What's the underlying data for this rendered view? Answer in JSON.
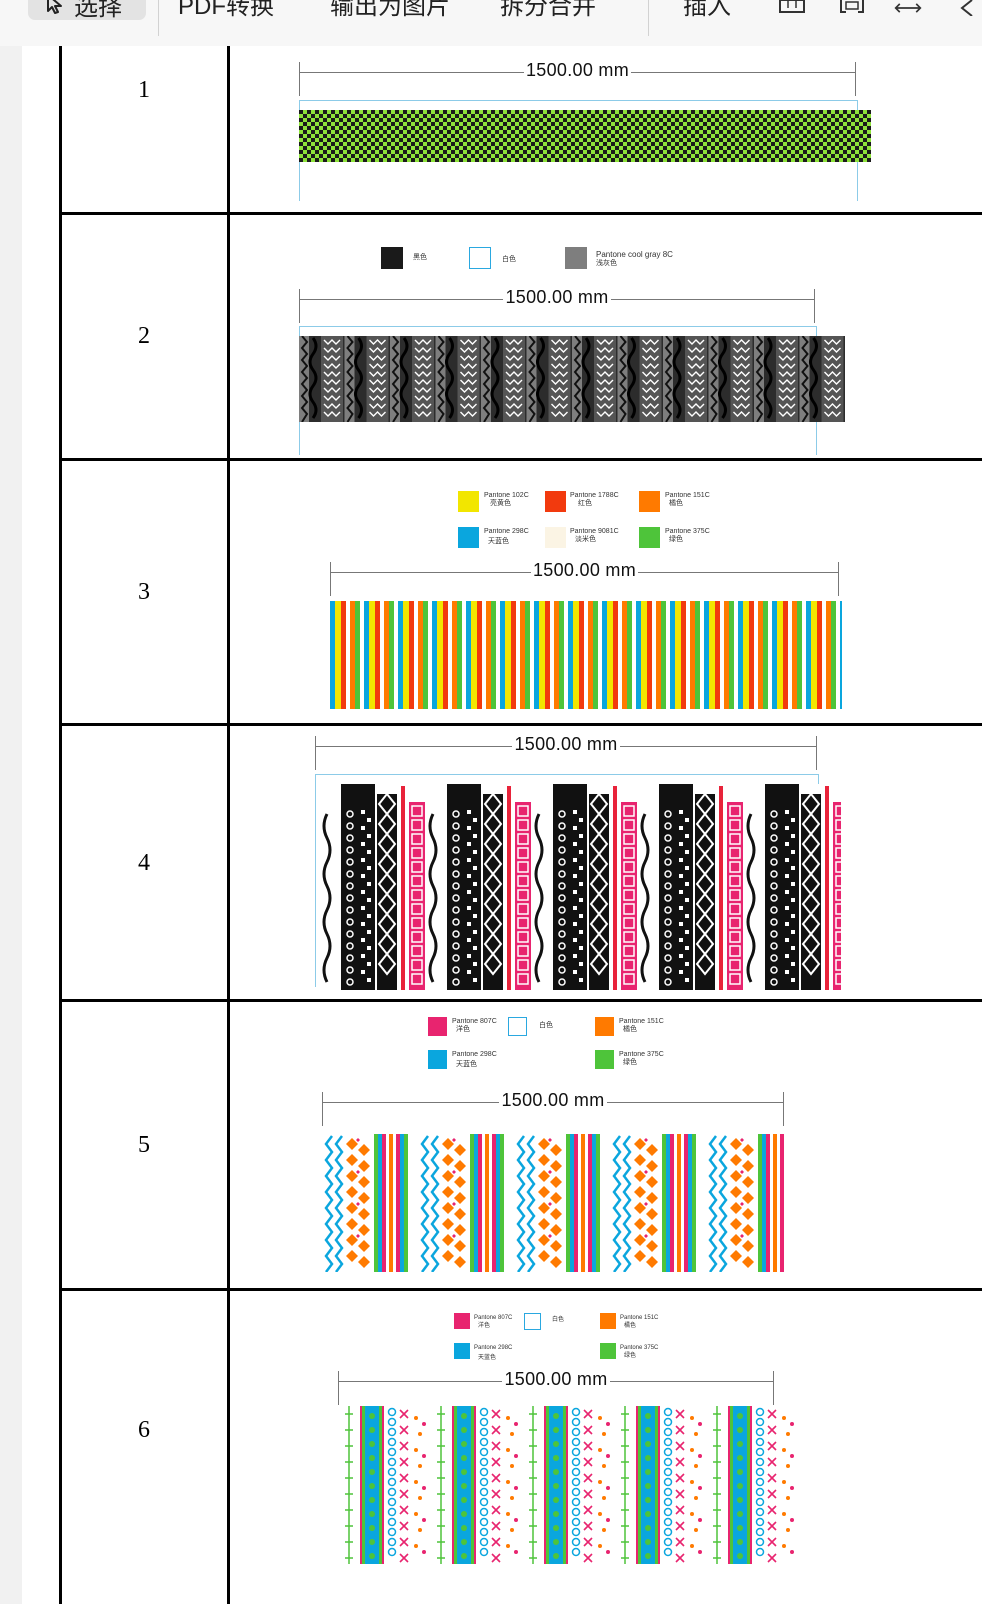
{
  "toolbar": {
    "select_label": "选择",
    "buttons": [
      "PDF转换",
      "输出为图片",
      "拆分合并",
      "插入"
    ]
  },
  "table": {
    "rows": [
      {
        "number": "1",
        "dimension": "1500.00 mm",
        "swatches": []
      },
      {
        "number": "2",
        "dimension": "1500.00 mm",
        "swatches": [
          {
            "line1": "黑色",
            "line2": "",
            "color": "#1a1a1a"
          },
          {
            "line1": "白色",
            "line2": "",
            "color": "#ffffff"
          },
          {
            "line1": "Pantone cool gray 8C",
            "line2": "浅灰色",
            "color": "#7e7e7e"
          }
        ]
      },
      {
        "number": "3",
        "dimension": "1500.00 mm",
        "swatches": [
          {
            "line1": "Pantone 102C",
            "line2": "亮黄色",
            "color": "#f2e600"
          },
          {
            "line1": "Pantone 1788C",
            "line2": "红色",
            "color": "#f23a0e"
          },
          {
            "line1": "Pantone 151C",
            "line2": "橘色",
            "color": "#ff7a00"
          },
          {
            "line1": "Pantone 298C",
            "line2": "天蓝色",
            "color": "#0aa6de"
          },
          {
            "line1": "Pantone 9081C",
            "line2": "淡米色",
            "color": "#fbf4e4"
          },
          {
            "line1": "Pantone 375C",
            "line2": "绿色",
            "color": "#4ec43a"
          }
        ]
      },
      {
        "number": "4",
        "dimension": "1500.00 mm",
        "swatches": []
      },
      {
        "number": "5",
        "dimension": "1500.00 mm",
        "swatches": [
          {
            "line1": "Pantone 807C",
            "line2": "洋色",
            "color": "#e8246f"
          },
          {
            "line1": "白色",
            "line2": "",
            "color": "#ffffff"
          },
          {
            "line1": "Pantone 151C",
            "line2": "橘色",
            "color": "#ff7a00"
          },
          {
            "line1": "Pantone 298C",
            "line2": "天蓝色",
            "color": "#0aa6de"
          },
          {
            "line1": "Pantone 375C",
            "line2": "绿色",
            "color": "#4ec43a"
          }
        ]
      },
      {
        "number": "6",
        "dimension": "1500.00 mm",
        "swatches": [
          {
            "line1": "Pantone 807C",
            "line2": "洋色",
            "color": "#e8246f"
          },
          {
            "line1": "白色",
            "line2": "",
            "color": "#ffffff"
          },
          {
            "line1": "Pantone 151C",
            "line2": "橘色",
            "color": "#ff7a00"
          },
          {
            "line1": "Pantone 298C",
            "line2": "天蓝色",
            "color": "#0aa6de"
          },
          {
            "line1": "Pantone 375C",
            "line2": "绿色",
            "color": "#4ec43a"
          }
        ]
      }
    ]
  }
}
